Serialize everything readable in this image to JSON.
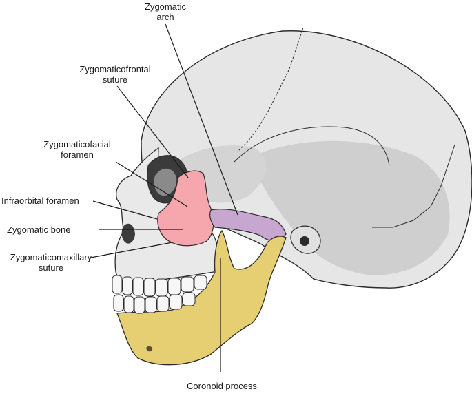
{
  "labels": {
    "zygomatic_arch": "Zygomatic\narch",
    "zygomaticofrontal_suture": "Zygomaticofrontal\nsuture",
    "zygomaticofacial_foramen": "Zygomaticofacial\nforamen",
    "infraorbital_foramen": "Infraorbital foramen",
    "zygomatic_bone": "Zygomatic bone",
    "zygomaticomaxillary_suture": "Zygomaticomaxillary\nsuture",
    "coronoid_process": "Coronoid process"
  },
  "colors": {
    "background": "#ffffff",
    "skull": "#e6e6e6",
    "skull_shade": "#c9c9c9",
    "outline": "#2b2b2b",
    "zygomatic_bone": "#f5a7ad",
    "zygomatic_arch": "#c7a6cf",
    "mandible": "#e6cf72",
    "teeth": "#f7f7f7",
    "leader_line": "#1a1a1a"
  }
}
